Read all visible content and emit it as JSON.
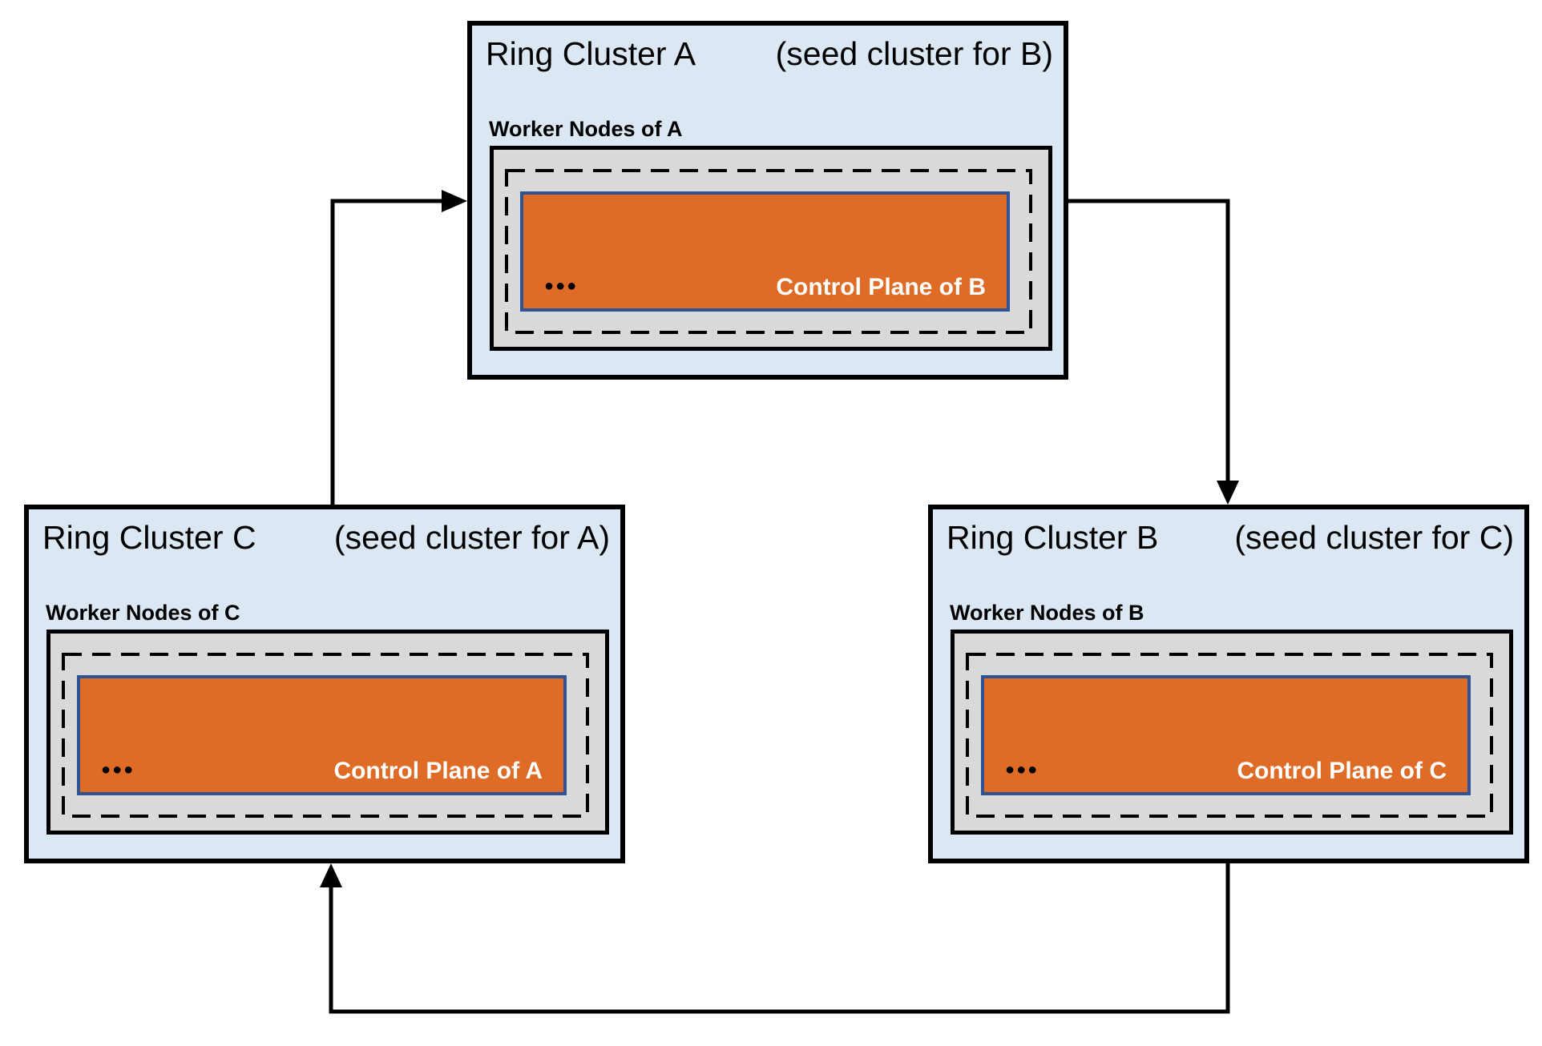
{
  "diagram": {
    "clusters": [
      {
        "id": "A",
        "title": "Ring Cluster A",
        "seed_note": "(seed cluster for B)",
        "worker_label": "Worker Nodes of A",
        "control_plane_label": "Control Plane of B",
        "ellipsis": "●●●"
      },
      {
        "id": "B",
        "title": "Ring Cluster B",
        "seed_note": "(seed cluster for C)",
        "worker_label": "Worker Nodes of B",
        "control_plane_label": "Control Plane of C",
        "ellipsis": "●●●"
      },
      {
        "id": "C",
        "title": "Ring Cluster C",
        "seed_note": "(seed cluster for A)",
        "worker_label": "Worker Nodes of C",
        "control_plane_label": "Control Plane of A",
        "ellipsis": "●●●"
      }
    ],
    "arrows": [
      {
        "from": "Ring Cluster C",
        "to": "Ring Cluster A"
      },
      {
        "from": "Ring Cluster A",
        "to": "Ring Cluster B"
      },
      {
        "from": "Ring Cluster B",
        "to": "Ring Cluster C"
      }
    ],
    "colors": {
      "cluster_bg": "#dbe7f3",
      "worker_area_bg": "#d9d9d9",
      "control_plane_bg": "#df6c26",
      "control_plane_border": "#2f5496",
      "line": "#000000"
    }
  }
}
